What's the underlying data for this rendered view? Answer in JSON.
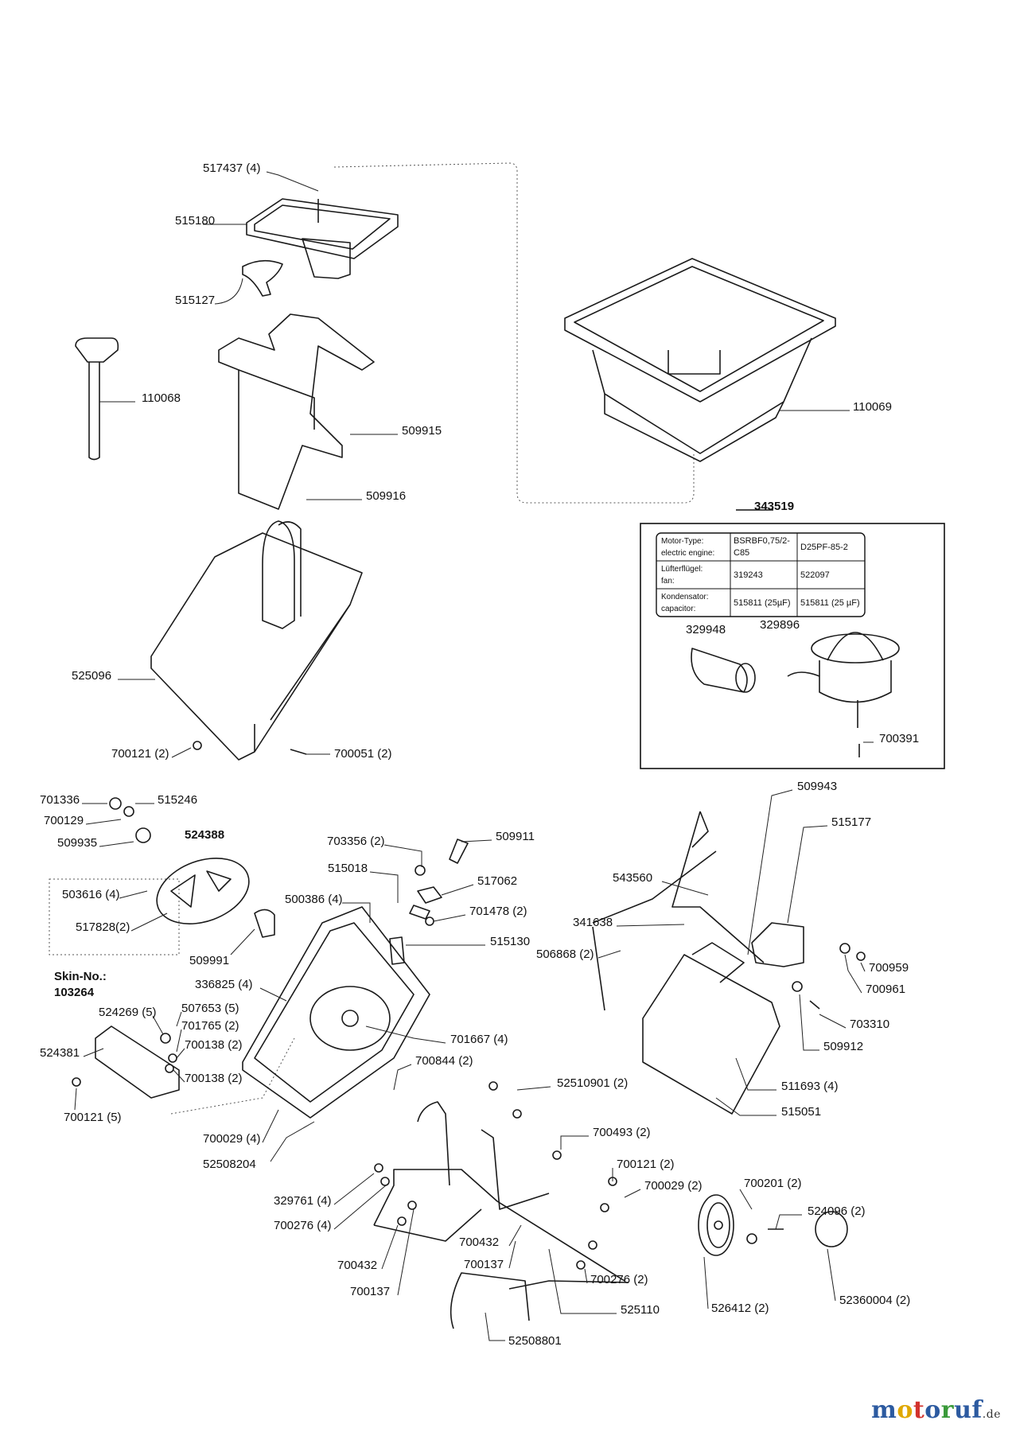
{
  "labels": [
    "517437 (4)",
    "515180",
    "515127",
    "110068",
    "509915",
    "509916",
    "110069",
    "343519",
    "525096",
    "700121 (2)",
    "700051 (2)",
    "700391",
    "329948",
    "329896",
    "701336",
    "515246",
    "700129",
    "509935",
    "524388",
    "503616 (4)",
    "517828(2)",
    "509991",
    "Skin-No.:",
    "103264",
    "703356 (2)",
    "509911",
    "515018",
    "517062",
    "500386 (4)",
    "701478 (2)",
    "515130",
    "509943",
    "515177",
    "543560",
    "341638",
    "506868 (2)",
    "700959",
    "700961",
    "703310",
    "509912",
    "336825 (4)",
    "524269 (5)",
    "507653 (5)",
    "701765 (2)",
    "700138 (2)",
    "700138 (2)",
    "524381",
    "700121 (5)",
    "701667 (4)",
    "700844 (2)",
    "511693 (4)",
    "515051",
    "52510901 (2)",
    "700029 (4)",
    "52508204",
    "700493 (2)",
    "700121 (2)",
    "700029 (2)",
    "700201 (2)",
    "524096 (2)",
    "329761 (4)",
    "700276 (4)",
    "700432",
    "700432",
    "700137",
    "700137",
    "700276 (2)",
    "525110",
    "526412 (2)",
    "52360004 (2)",
    "52508801"
  ],
  "motor_table": {
    "rows": [
      [
        "Motor-Type:\nelectric engine:",
        "BSRBF0,75/2-\nC85",
        "D25PF-85-2"
      ],
      [
        "Lüfterflügel:\nfan:",
        "319243",
        "522097"
      ],
      [
        "Kondensator:\ncapacitor:",
        "515811 (25µF)",
        "515811 (25 µF)"
      ]
    ]
  },
  "watermark": {
    "brand": [
      "m",
      "o",
      "t",
      "o",
      "r",
      "uf"
    ],
    "suffix": ".de"
  }
}
